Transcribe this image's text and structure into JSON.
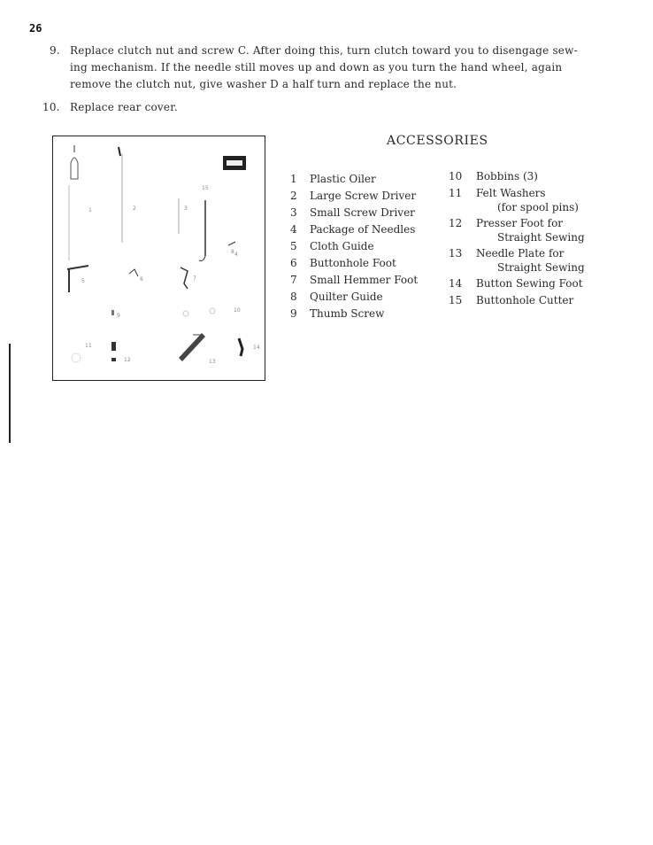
{
  "page": {
    "number": "26"
  },
  "steps": [
    {
      "number": "9.",
      "text": "Replace clutch nut and screw C. After doing this, turn clutch toward you to disengage sew-\ning mechanism. If the needle still moves up and down as you turn the hand wheel, again\nremove the clutch nut, give washer D a half turn and replace the nut."
    },
    {
      "number": "10.",
      "text": "Replace rear cover."
    }
  ],
  "photo": {
    "labels": [
      "1",
      "2",
      "3",
      "4",
      "5",
      "6",
      "7",
      "8",
      "9",
      "10",
      "11",
      "12",
      "13",
      "14",
      "15"
    ]
  },
  "accessories": {
    "title": "ACCESSORIES",
    "left": [
      {
        "n": "1",
        "label": "Plastic Oiler"
      },
      {
        "n": "2",
        "label": "Large Screw Driver"
      },
      {
        "n": "3",
        "label": "Small Screw Driver"
      },
      {
        "n": "4",
        "label": "Package of Needles"
      },
      {
        "n": "5",
        "label": "Cloth Guide"
      },
      {
        "n": "6",
        "label": "Buttonhole Foot"
      },
      {
        "n": "7",
        "label": "Small Hemmer Foot"
      },
      {
        "n": "8",
        "label": "Quilter Guide"
      },
      {
        "n": "9",
        "label": "Thumb Screw"
      }
    ],
    "right": [
      {
        "n": "10",
        "label": "Bobbins (3)",
        "label2": ""
      },
      {
        "n": "11",
        "label": "Felt Washers",
        "label2": "(for spool pins)"
      },
      {
        "n": "12",
        "label": "Presser Foot for",
        "label2": "Straight Sewing"
      },
      {
        "n": "13",
        "label": "Needle Plate for",
        "label2": "Straight Sewing"
      },
      {
        "n": "14",
        "label": "Button Sewing Foot",
        "label2": ""
      },
      {
        "n": "15",
        "label": "Buttonhole Cutter",
        "label2": ""
      }
    ]
  }
}
